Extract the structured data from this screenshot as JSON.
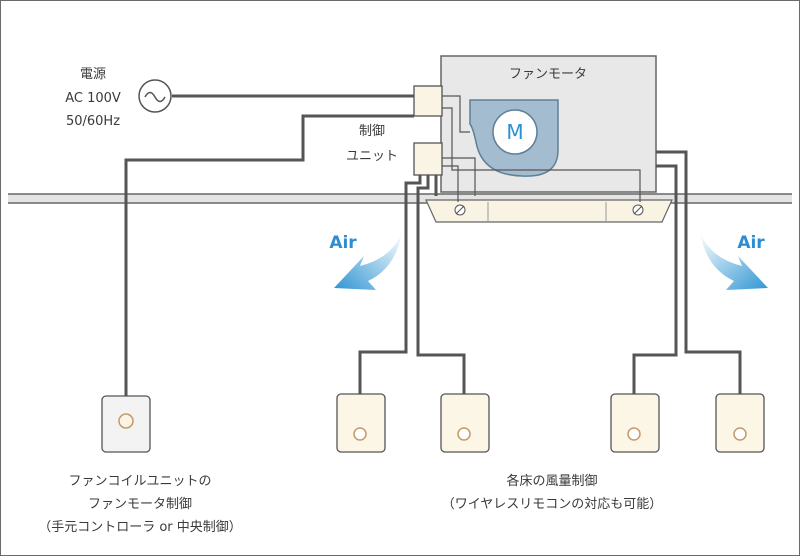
{
  "power": {
    "line1": "電源",
    "line2": "AC 100V",
    "line3": "50/60Hz"
  },
  "fan_motor_label": "ファンモータ",
  "motor_symbol": "M",
  "control_unit": {
    "line1": "制御",
    "line2": "ユニット"
  },
  "air_left": "Air",
  "air_right": "Air",
  "caption_left": {
    "line1": "ファンコイルユニットの",
    "line2": "ファンモータ制御",
    "line3": "（手元コントローラ or 中央制御）"
  },
  "caption_right": {
    "line1": "各床の風量制御",
    "line2": "（ワイヤレスリモコンの対応も可能）"
  },
  "colors": {
    "frame": "#555555",
    "wire": "#555555",
    "unit_fill": "#e6e6e6",
    "motor_blue": "#9fb8cc",
    "air_arrow": "#3a9ad4",
    "controller_fill": "#fbf5e6",
    "button_ring": "#c8a06e"
  },
  "icons": [
    "ac-source-icon",
    "fan-motor-icon",
    "air-arrow-icon",
    "wall-switch-icon"
  ]
}
